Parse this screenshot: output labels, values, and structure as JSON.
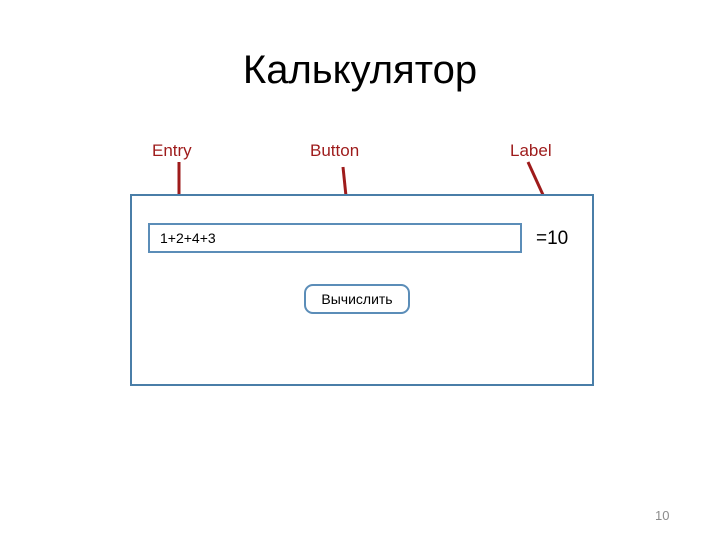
{
  "slide": {
    "title": "Калькулятор",
    "number": "10",
    "background_color": "#FFFFFF"
  },
  "colors": {
    "annotation": "#9E1B1B",
    "widget_border": "#5B8DB8",
    "window_border": "#4A7EA8",
    "text": "#000000",
    "slide_number": "#8C8C8C"
  },
  "annotations": [
    {
      "label": "Entry",
      "target": "entry-widget"
    },
    {
      "label": "Button",
      "target": "calc-button"
    },
    {
      "label": "Label",
      "target": "result-label"
    }
  ],
  "app_window": {
    "entry": {
      "value": "1+2+4+3",
      "placeholder": ""
    },
    "button": {
      "label": "Вычислить"
    },
    "result": {
      "value": "=10"
    }
  }
}
